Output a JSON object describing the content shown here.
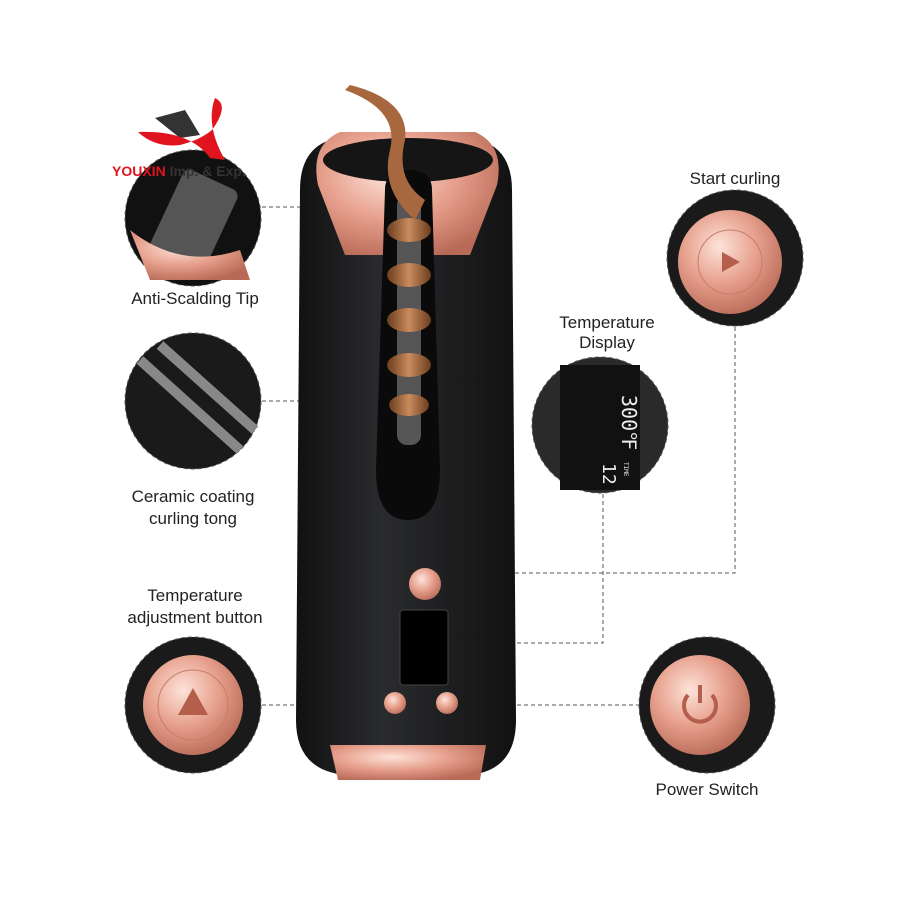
{
  "logo": {
    "brand": "YOUXIN",
    "suffix": "Imp. & Exp."
  },
  "labels": {
    "anti_scalding": "Anti-Scalding Tip",
    "ceramic_1": "Ceramic coating",
    "ceramic_2": "curling tong",
    "temp_adj_1": "Temperature",
    "temp_adj_2": "adjustment button",
    "start_curling": "Start curling",
    "temp_display_1": "Temperature",
    "temp_display_2": "Display",
    "power_switch": "Power Switch"
  },
  "display": {
    "temperature": "300℉",
    "time": "12",
    "time_label": "TIME"
  },
  "colors": {
    "body": "#1c1d1f",
    "rose_gold": "#e8a28e",
    "logo_red": "#e0141e",
    "hair": "#a8683f"
  }
}
